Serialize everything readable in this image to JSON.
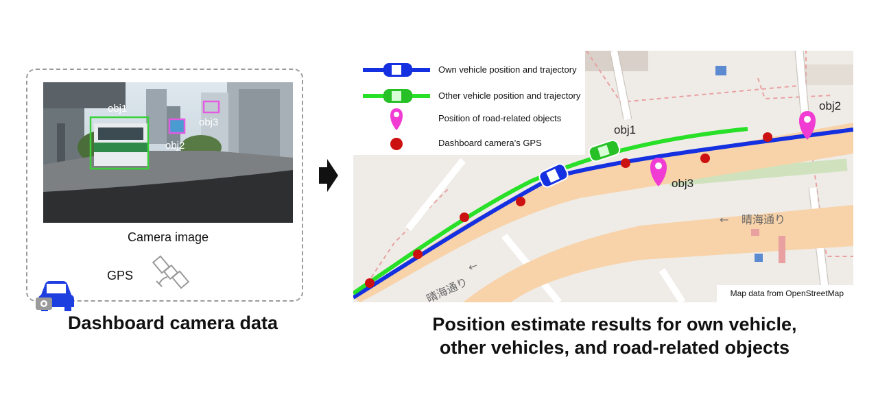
{
  "left_panel": {
    "camera_caption": "Camera image",
    "gps_label": "GPS",
    "title": "Dashboard camera data",
    "detections": [
      {
        "label": "obj1",
        "color": "#3ad13a"
      },
      {
        "label": "obj2",
        "color": "#e35ae3"
      },
      {
        "label": "obj3",
        "color": "#e35ae3"
      }
    ]
  },
  "right_panel": {
    "title_line1": "Position estimate results for own vehicle,",
    "title_line2": "other vehicles, and road-related objects",
    "attribution": "Map data from OpenStreetMap",
    "legend": [
      {
        "label": "Own vehicle position and trajectory",
        "color": "#1430e0",
        "icon": "blue-car-icon"
      },
      {
        "label": "Other vehicle position and trajectory",
        "color": "#27e027",
        "icon": "green-car-icon"
      },
      {
        "label": "Position of road-related objects",
        "color": "#f03cd2",
        "icon": "map-pin-icon"
      },
      {
        "label": "Dashboard camera’s GPS",
        "color": "#cc1111",
        "icon": "red-dot-icon"
      }
    ],
    "map_objects": [
      {
        "label": "obj1"
      },
      {
        "label": "obj2"
      },
      {
        "label": "obj3"
      }
    ],
    "street_labels": {
      "street_a": "晴海通り",
      "street_b": "晴海通り"
    }
  },
  "colors": {
    "own_trajectory": "#1430e0",
    "other_trajectory": "#27e027",
    "road_object": "#f03cd2",
    "gps_point": "#cc1111",
    "road_fill": "#f8d2a8"
  }
}
